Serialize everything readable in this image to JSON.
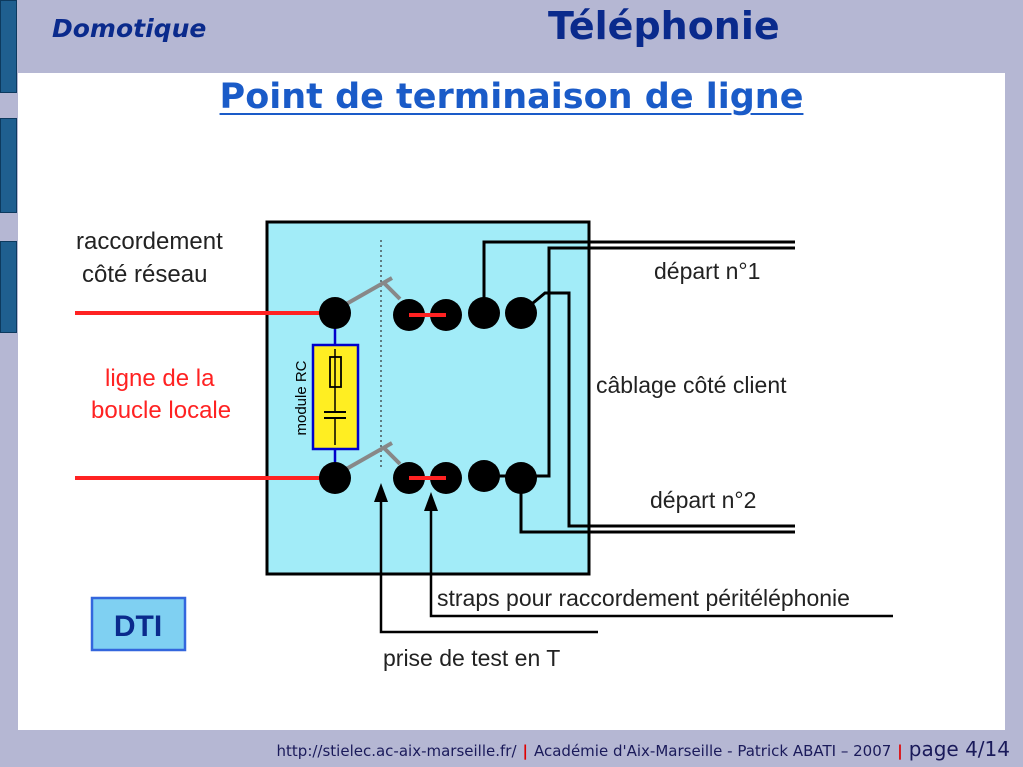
{
  "header": {
    "section": "Domotique",
    "topic": "Téléphonie"
  },
  "slide": {
    "title": "Point de terminaison de ligne"
  },
  "diagram": {
    "network_side": "raccordement\ncôté réseau",
    "local_loop": "ligne de la\nboucle locale",
    "rc_module": "module RC",
    "departure_1": "départ n°1",
    "client_wiring": "câblage côté client",
    "departure_2": "départ n°2",
    "straps": "straps pour raccordement péritéléphonie",
    "test_socket": "prise de test en T",
    "badge": "DTI",
    "colors": {
      "box": "#a2ecf8",
      "rc_module": "#ffee22",
      "line": "#ff2222",
      "wire": "#000000",
      "label_red": "#ff2222"
    }
  },
  "footer": {
    "url": "http://stielec.ac-aix-marseille.fr/",
    "separator": "|",
    "credit": "Académie d'Aix-Marseille - Patrick ABATI – 2007",
    "page": "page 4/14"
  }
}
